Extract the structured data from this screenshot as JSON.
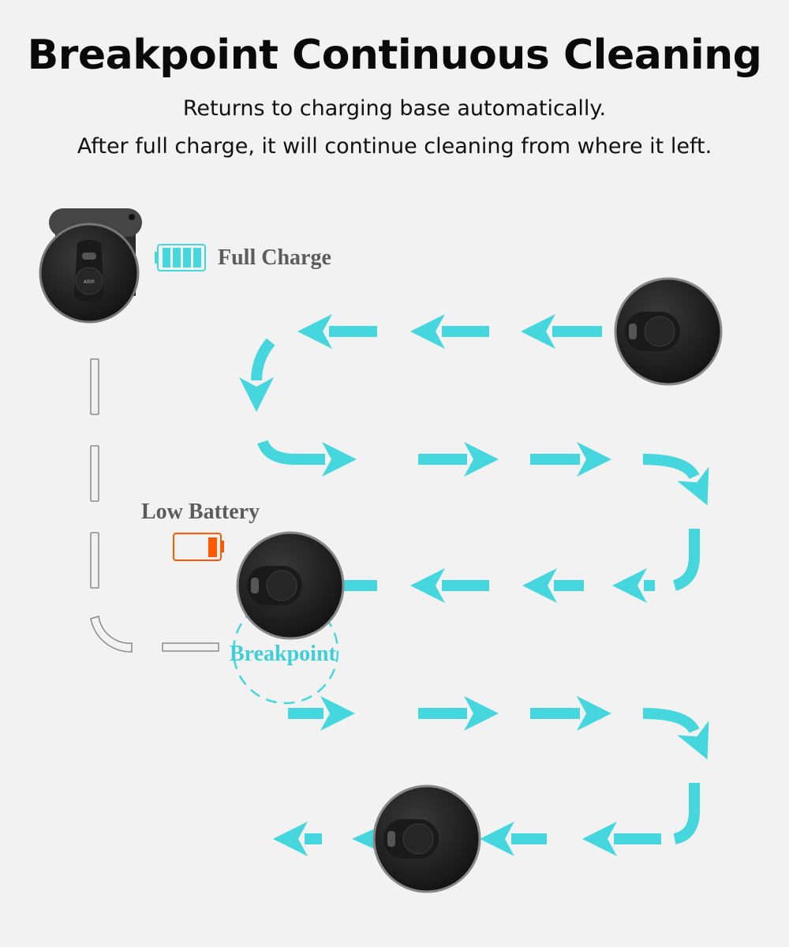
{
  "header": {
    "title": "Breakpoint Continuous Cleaning",
    "subtitle_line1": "Returns to charging base automatically.",
    "subtitle_line2": "After full charge, it will continue cleaning from where it left."
  },
  "labels": {
    "full_charge": "Full Charge",
    "low_battery": "Low Battery",
    "breakpoint": "Breakpoint"
  },
  "robot_logo": "ABIR",
  "colors": {
    "background": "#f2f2f2",
    "path_arrow": "#45d6de",
    "label_text": "#5c5c5c",
    "low_battery": "#ff5a00",
    "breakpoint_text": "#3fcfd8"
  },
  "battery": {
    "full_level": 1.0,
    "low_level": 0.25
  }
}
